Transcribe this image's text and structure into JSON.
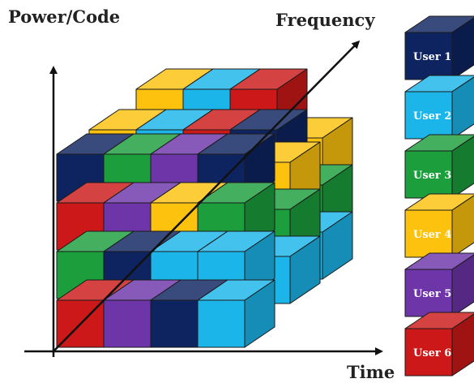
{
  "labels": {
    "power_code": "Power/Code",
    "frequency": "Frequency",
    "time": "Time"
  },
  "users": [
    {
      "label": "User 1",
      "color": "#0d2461"
    },
    {
      "label": "User 2",
      "color": "#1bb5ea"
    },
    {
      "label": "User 3",
      "color": "#1b9e3b"
    },
    {
      "label": "User 4",
      "color": "#fdc20e"
    },
    {
      "label": "User 5",
      "color": "#6d35a8"
    },
    {
      "label": "User 6",
      "color": "#cc1818"
    }
  ]
}
